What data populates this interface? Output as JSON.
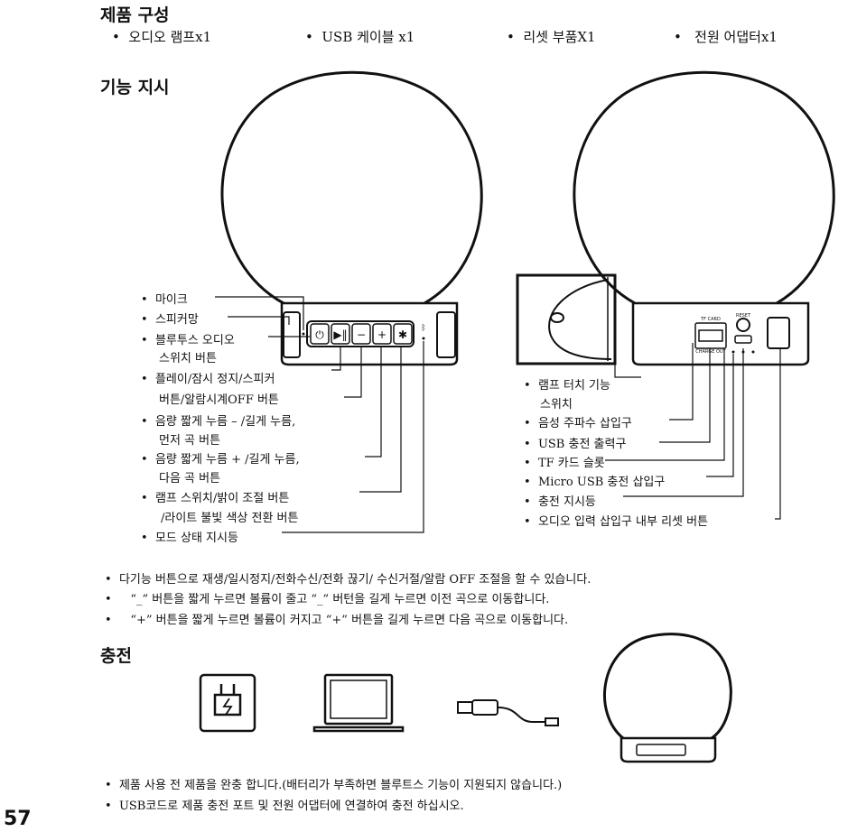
{
  "components": {
    "title": "제품 구성",
    "items": [
      "오디오 램프x1",
      "USB 케이블 x1",
      "리셋 부품X1",
      "전원 어댑터x1"
    ]
  },
  "functions": {
    "title": "기능 지시",
    "left_labels": [
      "마이크",
      "스피커망",
      "블루투스 오디오",
      "스위치 버튼",
      "플레이/잠시 정지/스피커",
      "버튼/알람시계OFF 버튼",
      "음량 짧게 누름 – /길게 누름,",
      "먼저 곡 버튼",
      "음량 짧게 누름 + /길게 누름,",
      "다음 곡 버튼",
      "램프 스위치/밝이 조절 버튼",
      "/라이트 불빛 색상 전환 버튼",
      "모드 상태 지시등"
    ],
    "right_labels": [
      "램프 터치 기능",
      "스위치",
      "음성 주파수 삽입구",
      "USB 충전 출력구",
      "TF 카드 슬롯",
      "Micro USB 충전 삽입구",
      "충전 지시등",
      "오디오 입력 삽입구 내부 리셋 버튼"
    ],
    "port_labels": {
      "usb": "CHARGE OUT",
      "tf": "TF CARD",
      "reset": "RESET"
    },
    "notes": [
      "다기능 버튼으로 재생/일시정지/전화수신/전화 끊기/ 수신거절/알람 OFF 조절을 할 수 있습니다.",
      "“_” 버튼을 짧게 누르면 볼륨이 줄고 “_” 버턴을 길게 누르면 이전 곡으로 이동합니다.",
      "“+” 버튼을 짧게 누르면 볼륨이 커지고 “+” 버튼을 길게 누르면 다음 곡으로 이동합니다."
    ]
  },
  "charging": {
    "title": "충전",
    "notes": [
      "제품 사용 전 제품을 완충 합니다.(배터리가 부족하면 블루트스 기능이 지원되지 않습니다.)",
      "USB코드로 제품 충전 포트 및 전원 어댑터에 연결하여 충전 하십시오."
    ]
  },
  "page_number": "57",
  "bullet": "•"
}
